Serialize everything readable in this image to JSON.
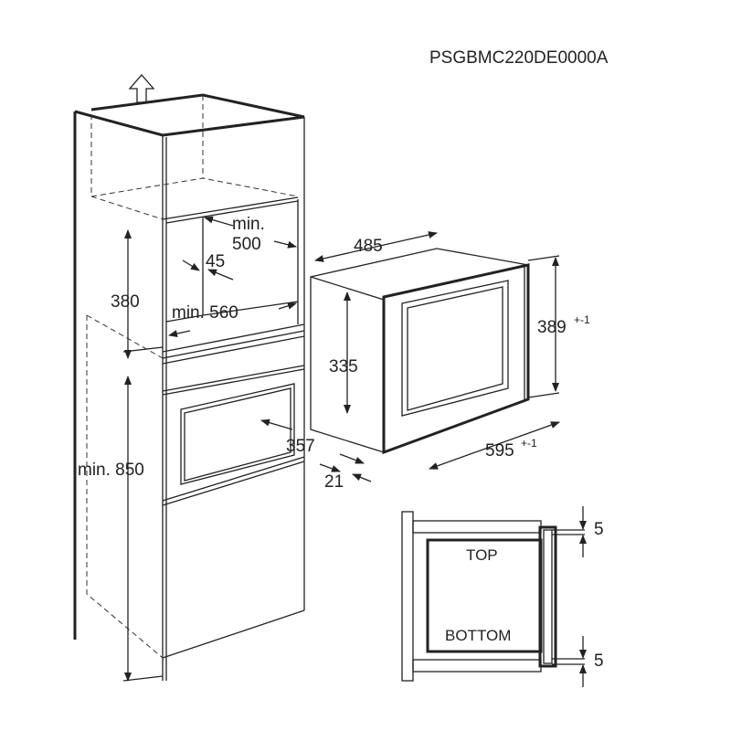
{
  "model_code": "PSGBMC220DE0000A",
  "cabinet": {
    "niche_depth": "min.",
    "niche_depth_value": "500",
    "side_gap": "45",
    "niche_height": "380",
    "niche_width": "min. 560",
    "floor_height": "min. 850"
  },
  "appliance": {
    "depth": "485",
    "height": "389",
    "height_tolerance": "+-1",
    "inner_height": "335",
    "panel_depth": "357",
    "width": "595",
    "width_tolerance": "+-1",
    "front_thickness": "21"
  },
  "mounting": {
    "top_label": "TOP",
    "bottom_label": "BOTTOM",
    "top_gap": "5",
    "bottom_gap": "5"
  }
}
